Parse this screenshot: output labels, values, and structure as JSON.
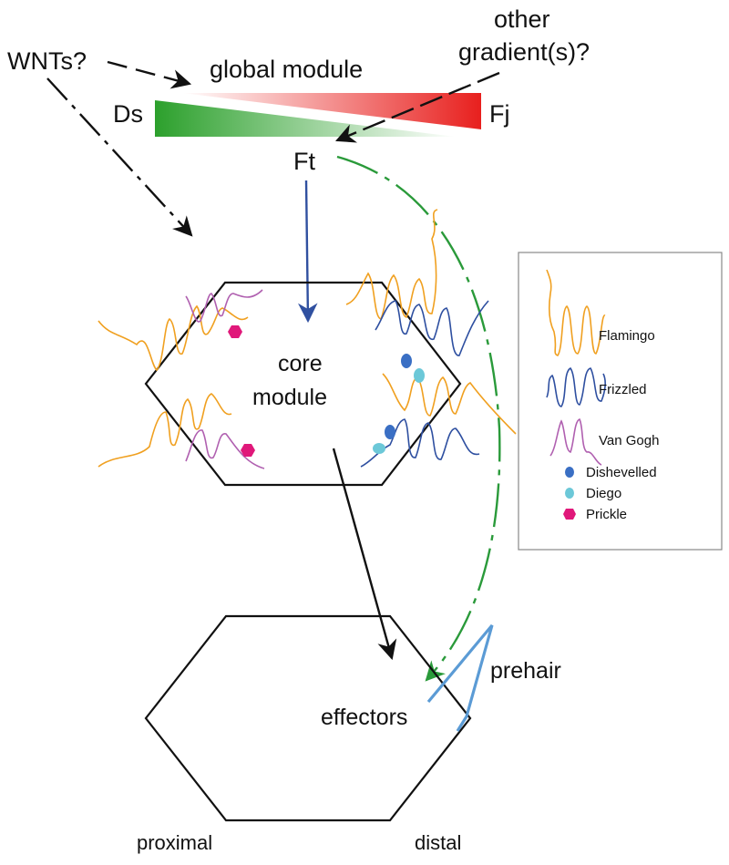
{
  "labels": {
    "wnts": "WNTs?",
    "global_module": "global module",
    "other_gradients_line1": "other",
    "other_gradients_line2": "gradient(s)?",
    "ds": "Ds",
    "fj": "Fj",
    "ft": "Ft",
    "core_module_line1": "core",
    "core_module_line2": "module",
    "effectors": "effectors",
    "prehair": "prehair",
    "proximal": "proximal",
    "distal": "distal"
  },
  "legend": {
    "items": [
      {
        "label": "Flamingo",
        "color": "#f0a020"
      },
      {
        "label": "Frizzled",
        "color": "#2e4fa0"
      },
      {
        "label": "Van Gogh",
        "color": "#b060b0"
      },
      {
        "label": "Dishevelled",
        "color": "#3a6fc4"
      },
      {
        "label": "Diego",
        "color": "#6cc8d8"
      },
      {
        "label": "Prickle",
        "color": "#e0187a"
      }
    ]
  },
  "colors": {
    "ds_gradient": "#2ca02c",
    "fj_gradient": "#e8201e",
    "ft_arrow": "#3050a0",
    "ft_effector_arrow": "#2a9a3a",
    "prehair": "#5b9bd5",
    "outline": "#111111"
  }
}
